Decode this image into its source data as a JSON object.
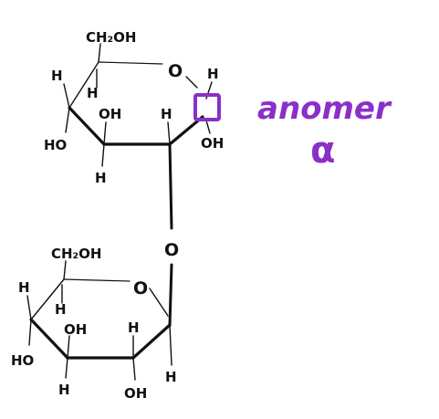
{
  "colors": {
    "ink": "#111111",
    "annotation": "#8b2fc9"
  },
  "top_ring": {
    "c6": "CH₂OH",
    "ring_o": "O",
    "h_c4_top": "H",
    "h_c4_inner": "H",
    "oh_c3": "OH",
    "ho_c4": "HO",
    "h_c3_bottom": "H",
    "h_c2": "H",
    "h_anomeric": "H",
    "oh_anomeric": "OH"
  },
  "glycosidic_o": "O",
  "bottom_ring": {
    "c6": "CH₂OH",
    "ring_o": "O",
    "h_c4_top": "H",
    "h_c4_inner": "H",
    "oh_c3": "OH",
    "ho_c4": "HO",
    "h_c3_bottom": "H",
    "h_c2": "H",
    "oh_c2": "OH",
    "h_anomeric": "H"
  },
  "annotation": {
    "word": "anomer",
    "symbol": "α",
    "highlight": "anomeric-carbon-box"
  }
}
